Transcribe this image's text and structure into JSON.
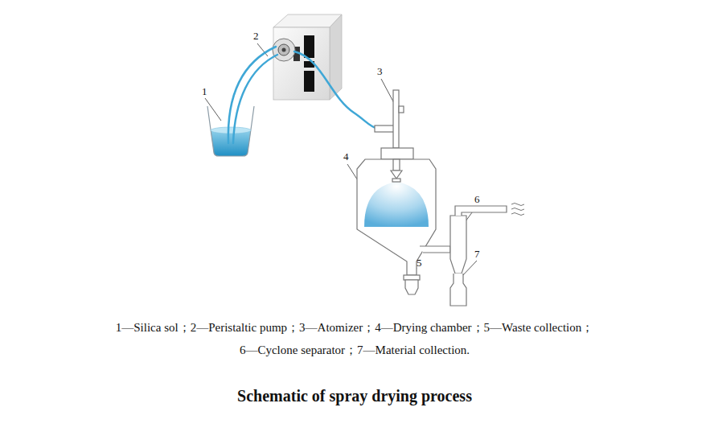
{
  "diagram": {
    "caption": "Schematic of spray drying process",
    "labels": [
      "1",
      "2",
      "3",
      "4",
      "5",
      "6",
      "7",
      "1—Silica sol；2—Peristaltic pump；3—Atomizer；4—Drying chamber；5—Waste collection；",
      "6—Cyclone separator；7—Material collection."
    ]
  }
}
